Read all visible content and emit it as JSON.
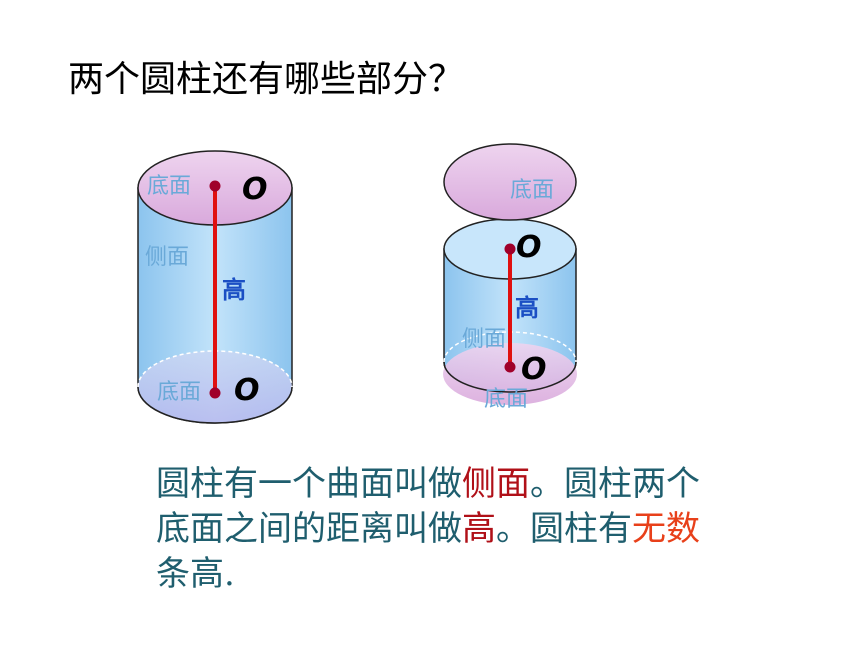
{
  "title": "两个圆柱还有哪些部分？",
  "labels": {
    "bottom_face": "底面",
    "top_face": "底面",
    "lateral_face": "侧面",
    "center": "O",
    "height": "高"
  },
  "description": {
    "part1": "圆柱有一个曲面叫做",
    "lateral": "侧面",
    "part2": "。圆柱两个底面之间的距离叫做",
    "height": "高",
    "part3": "。圆柱有",
    "infinite": "无数",
    "part4": "条高."
  },
  "colors": {
    "cylinder_fill": "#a9d6f5",
    "base_fill": "#e6bce6",
    "height_line": "#e01010",
    "center_dot": "#a0002a",
    "red_text": "#b01018",
    "orange_text": "#e8401a",
    "body_text": "#1f5e6e",
    "face_label": "#6aa9d8"
  }
}
